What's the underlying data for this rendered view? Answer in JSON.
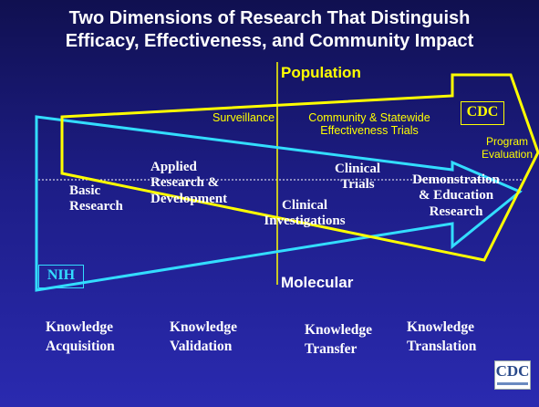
{
  "title": {
    "line1": "Two Dimensions of Research That Distinguish",
    "line2": "Efficacy, Effectiveness, and Community Impact"
  },
  "axis": {
    "top": "Population",
    "bottom": "Molecular"
  },
  "boxes": {
    "cdc": "CDC",
    "nih": "NIH"
  },
  "cdc_activities": {
    "surveillance": "Surveillance",
    "community_line1": "Community & Statewide",
    "community_line2": "Effectiveness Trials",
    "program_line1": "Program",
    "program_line2": "Evaluation"
  },
  "nih_activities": {
    "basic_line1": "Basic",
    "basic_line2": "Research",
    "applied_line1": "Applied",
    "applied_line2": "Research &",
    "applied_line3": "Development",
    "clininv_line1": "Clinical",
    "clininv_line2": "Investigations",
    "trials_line1": "Clinical",
    "trials_line2": "Trials",
    "demo_line1": "Demonstration",
    "demo_line2": "& Education",
    "demo_line3": "Research"
  },
  "knowledge": {
    "acq_line1": "Knowledge",
    "acq_line2": "Acquisition",
    "val_line1": "Knowledge",
    "val_line2": "Validation",
    "tra_line1": "Knowledge",
    "tra_line2": "Transfer",
    "trl_line1": "Knowledge",
    "trl_line2": "Translation"
  },
  "logo": {
    "text": "CDC"
  },
  "colors": {
    "cdc_arrow": "#ffff00",
    "nih_arrow": "#33ddff",
    "background": "#1d1d86",
    "text": "#ffffff"
  }
}
